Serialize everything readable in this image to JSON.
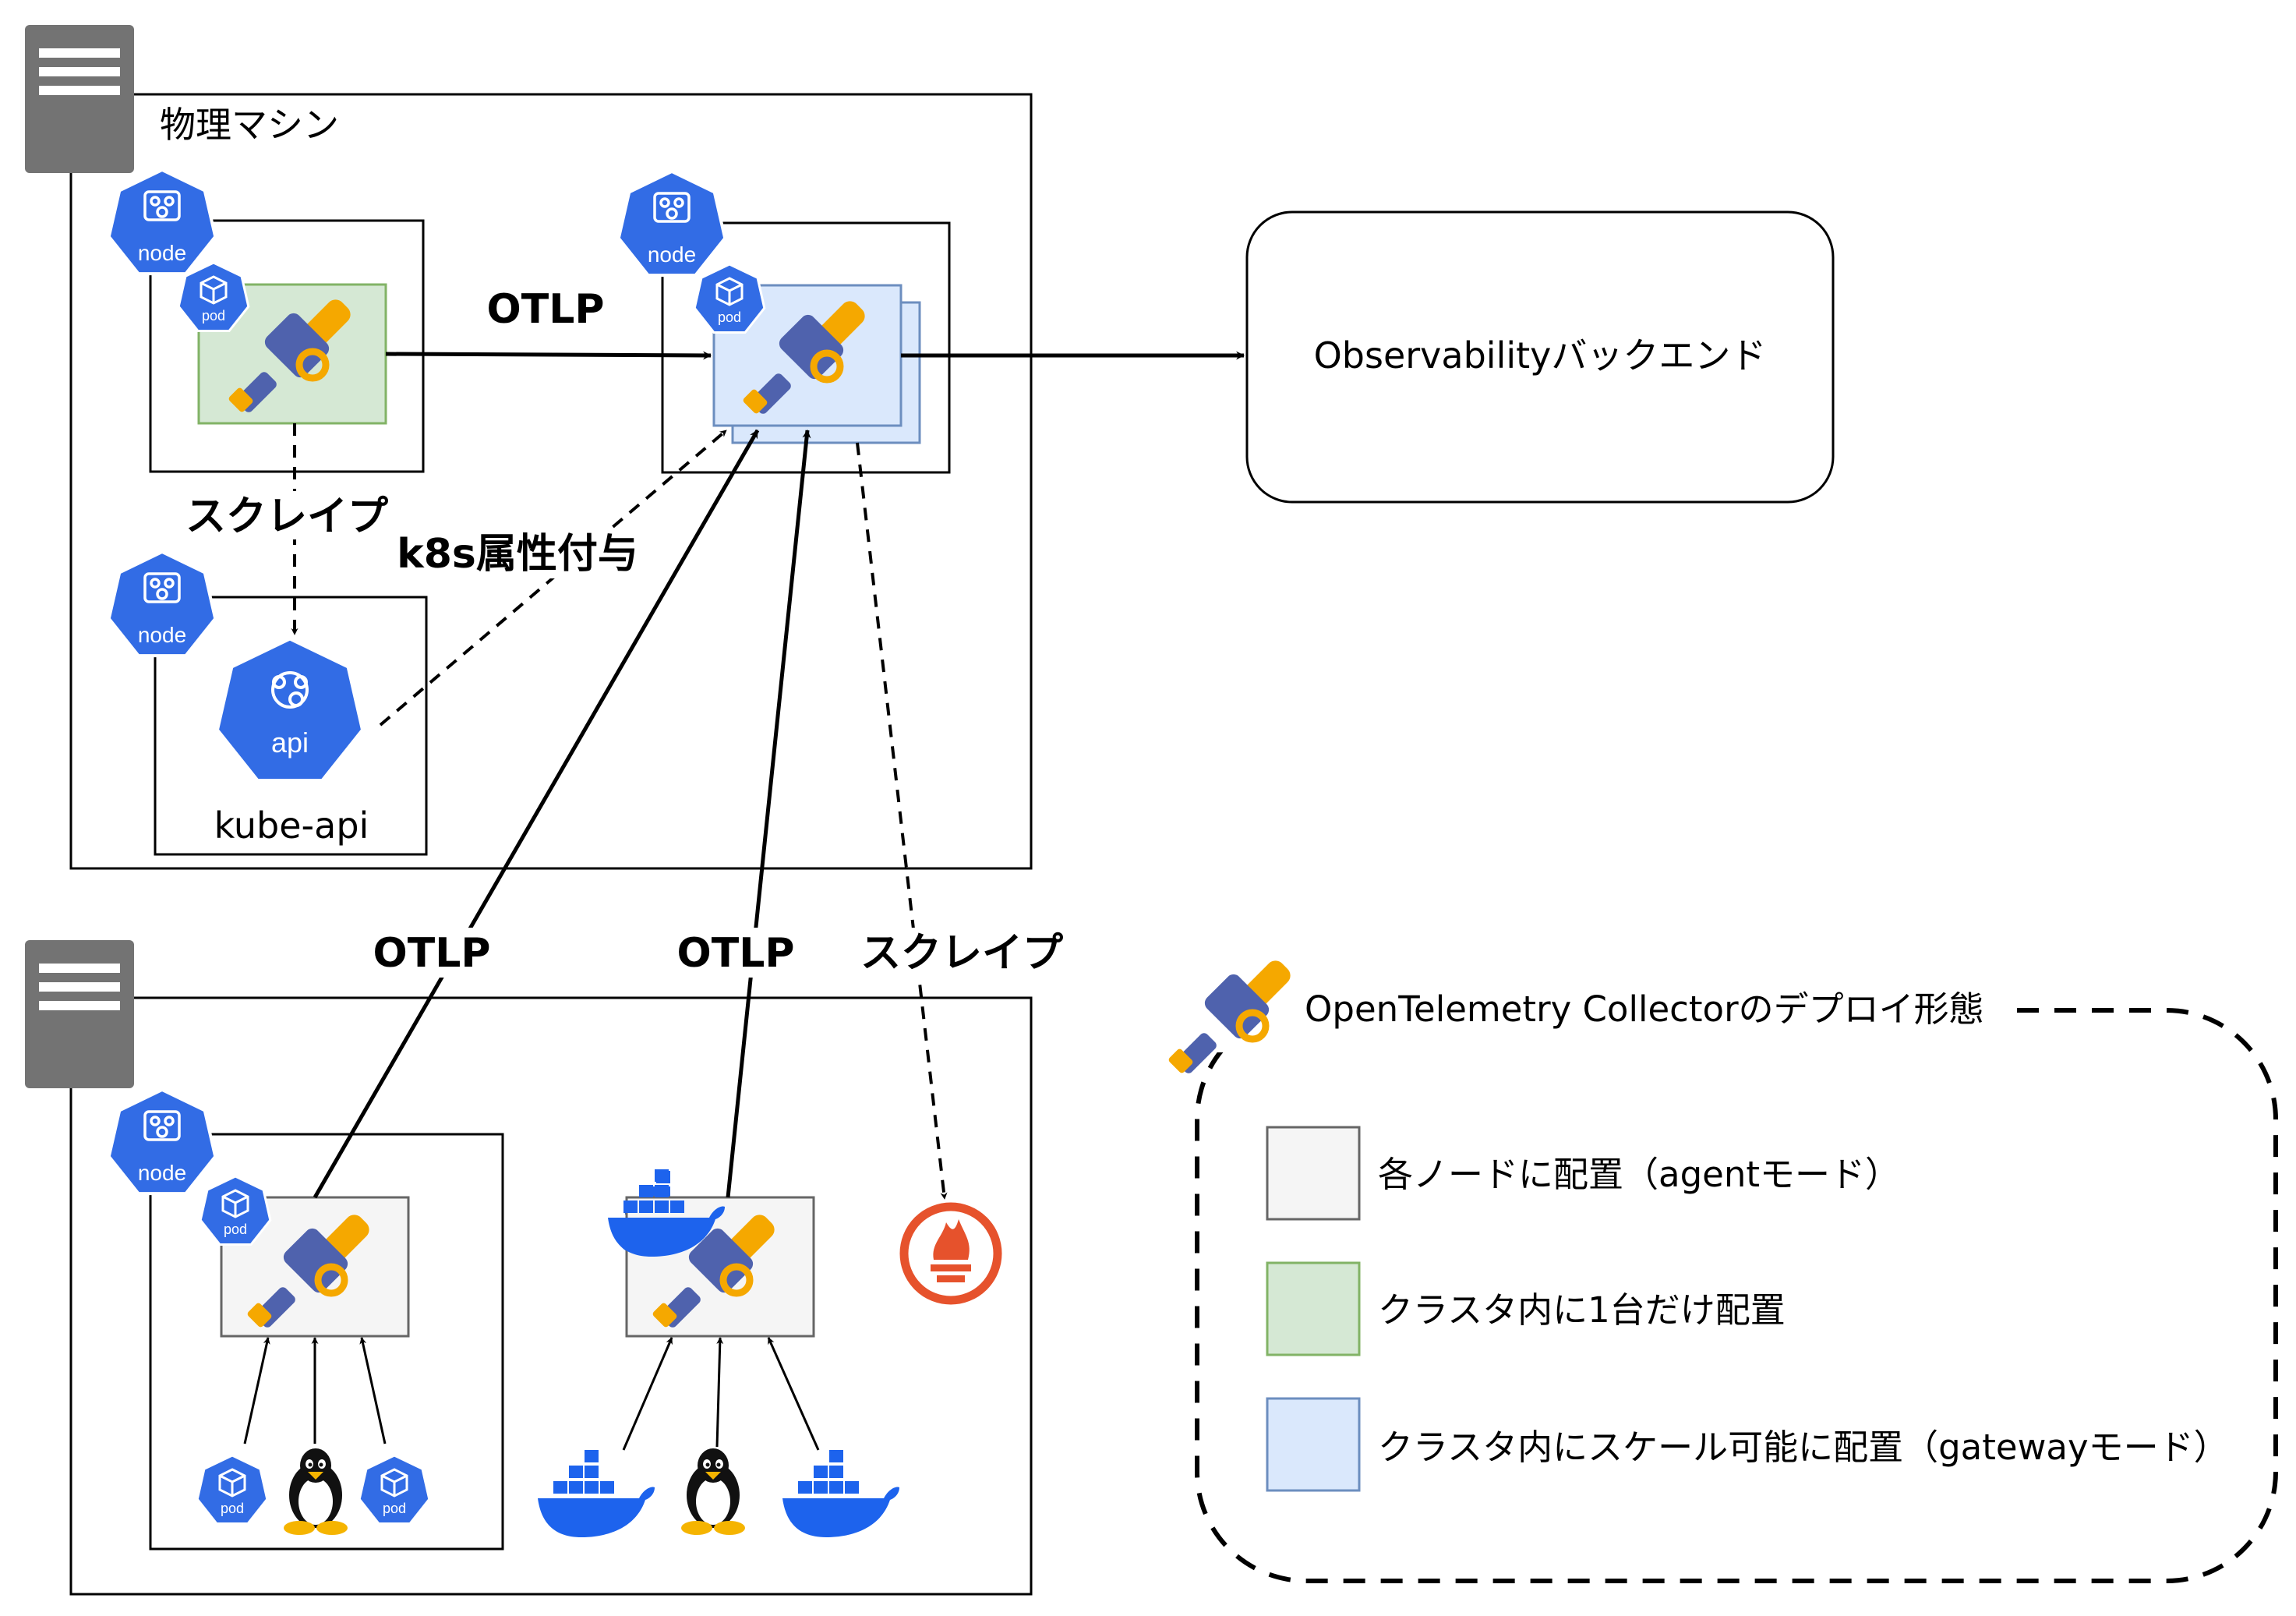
{
  "labels": {
    "physical_machine": "物理マシン",
    "otlp_top": "OTLP",
    "scrape_top": "スクレイプ",
    "k8s_attrs": "k8s属性付与",
    "kube_api": "kube-api",
    "otlp_left": "OTLP",
    "otlp_mid": "OTLP",
    "scrape_bottom": "スクレイプ",
    "backend": "Observabilityバックエンド"
  },
  "icons": {
    "node": "node",
    "pod": "pod",
    "api": "api"
  },
  "legend": {
    "title": "OpenTelemetry Collectorのデプロイ形態",
    "items": [
      {
        "label": "各ノードに配置（agentモード）",
        "color": "#f5f5f5"
      },
      {
        "label": "クラスタ内に1台だけ配置",
        "color": "#d5e8d4"
      },
      {
        "label": "クラスタ内にスケール可能に配置（gatewayモード）",
        "color": "#dae8fc"
      }
    ]
  },
  "colors": {
    "k8s_blue": "#326ce5",
    "docker_blue": "#1d63ed",
    "otel_blue": "#4f62ad",
    "otel_orange": "#f5a800",
    "prometheus_orange": "#e6522c",
    "server_gray": "#737373"
  }
}
